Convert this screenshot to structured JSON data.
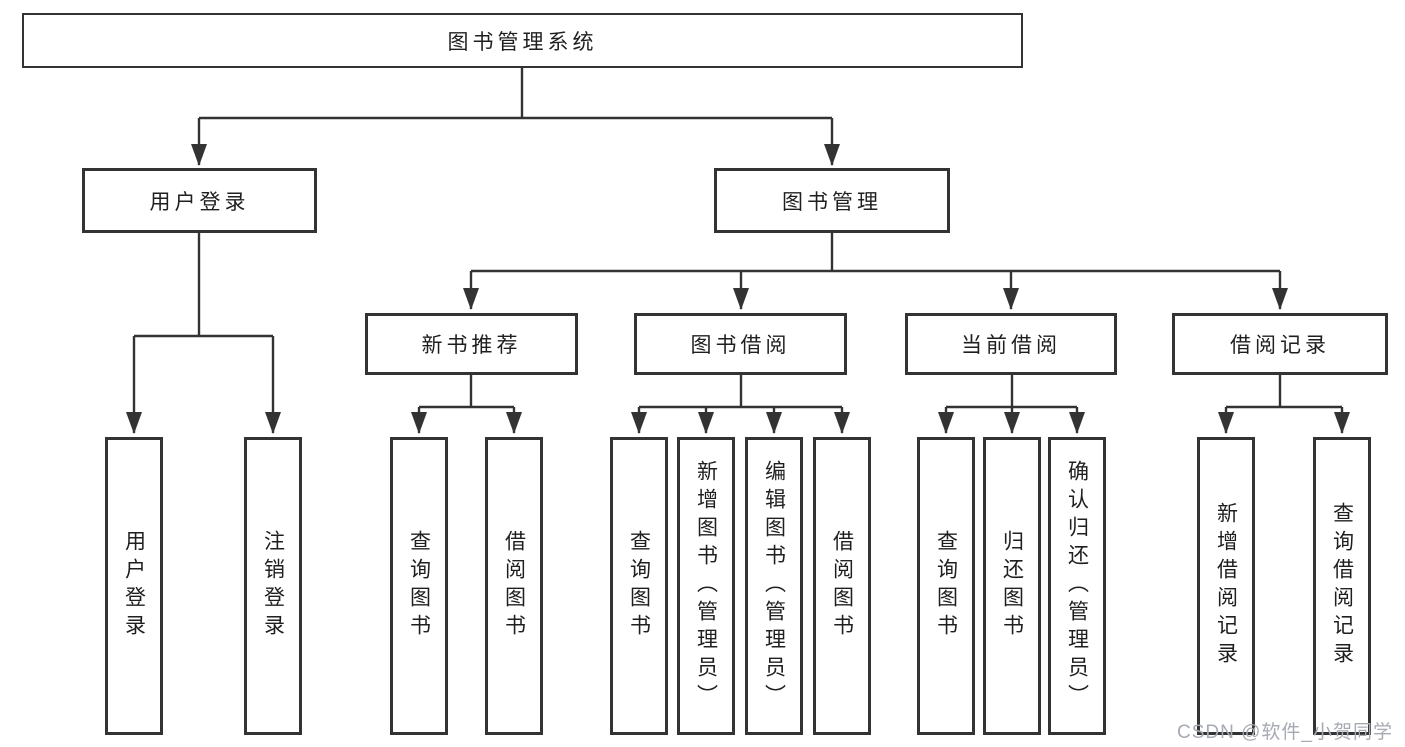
{
  "diagram_title": "图书管理系统",
  "tree": {
    "label": "图书管理系统",
    "children": [
      {
        "label": "用户登录",
        "children": [
          {
            "label": "用户登录"
          },
          {
            "label": "注销登录"
          }
        ]
      },
      {
        "label": "图书管理",
        "children": [
          {
            "label": "新书推荐",
            "children": [
              {
                "label": "查询图书"
              },
              {
                "label": "借阅图书"
              }
            ]
          },
          {
            "label": "图书借阅",
            "children": [
              {
                "label": "查询图书"
              },
              {
                "label": "新增图书（管理员）"
              },
              {
                "label": "编辑图书（管理员）"
              },
              {
                "label": "借阅图书"
              }
            ]
          },
          {
            "label": "当前借阅",
            "children": [
              {
                "label": "查询图书"
              },
              {
                "label": "归还图书"
              },
              {
                "label": "确认归还（管理员）"
              }
            ]
          },
          {
            "label": "借阅记录",
            "children": [
              {
                "label": "新增借阅记录"
              },
              {
                "label": "查询借阅记录"
              }
            ]
          }
        ]
      }
    ]
  },
  "watermark": {
    "text": "CSDN @软件_小贺同学"
  },
  "colors": {
    "line": "#333333",
    "box_border": "#333333",
    "text": "#1f1f1f",
    "watermark": "#a6abb3",
    "background": "#ffffff"
  }
}
